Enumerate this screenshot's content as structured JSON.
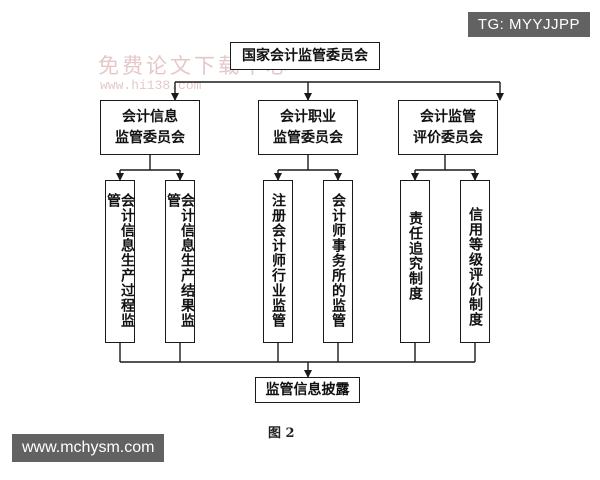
{
  "top": {
    "label": "国家会计监管委员会"
  },
  "committees": [
    {
      "label": "会计信息\n监管委员会"
    },
    {
      "label": "会计职业\n监管委员会"
    },
    {
      "label": "会计监管\n评价委员会"
    }
  ],
  "subs": [
    {
      "label": "会计信息生产过程监管"
    },
    {
      "label": "会计信息生产结果监管"
    },
    {
      "label": "注册会计师行业监管"
    },
    {
      "label": "会计师事务所的监管"
    },
    {
      "label": "责任追究制度"
    },
    {
      "label": "信用等级评价制度"
    }
  ],
  "bottom": {
    "label": "监管信息披露"
  },
  "caption": "图 2",
  "watermarks": {
    "tg": "TG: MYYJJPP",
    "site": "www.mchysm.com",
    "cn_text": "免费论文下载中心",
    "cn_url": "www.hi138.com"
  }
}
